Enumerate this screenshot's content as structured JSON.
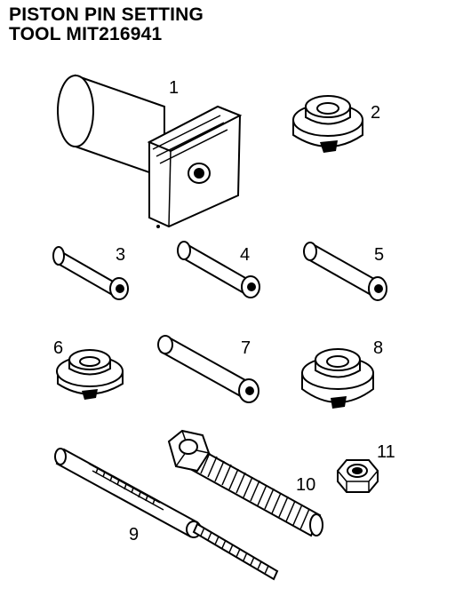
{
  "title": {
    "line1": "PISTON PIN SETTING",
    "line2": "TOOL MIT216941"
  },
  "labels": {
    "part1": "1",
    "part2": "2",
    "part3": "3",
    "part4": "4",
    "part5": "5",
    "part6": "6",
    "part7": "7",
    "part8": "8",
    "part9": "9",
    "part10": "10",
    "part11": "11"
  },
  "colors": {
    "ink": "#000000",
    "paper": "#ffffff"
  }
}
